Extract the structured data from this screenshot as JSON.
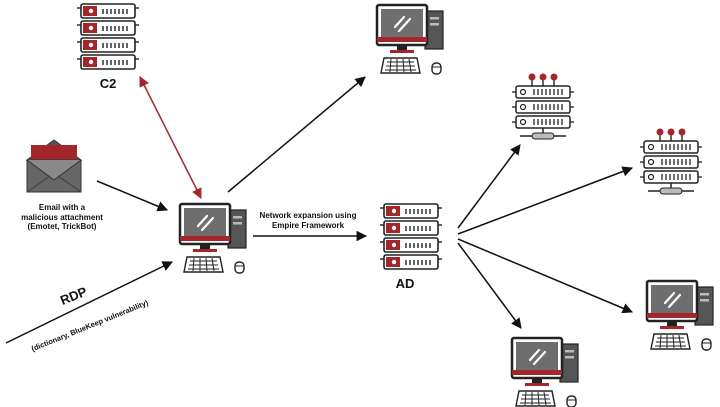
{
  "colors": {
    "accent_red": "#a3262b",
    "dark": "#222222",
    "screen_gray": "#777777",
    "light_gray": "#d9d9d9"
  },
  "nodes": {
    "c2": {
      "label": "C2",
      "icon": "server-stack-icon"
    },
    "email": {
      "icon": "envelope-icon",
      "label_lines": [
        "Email with a",
        "malicious attachment",
        "(Emotet, TrickBot)"
      ]
    },
    "rdp": {
      "title": "RDP",
      "subtitle": "(dictionary, BlueKeep vulnerability)"
    },
    "victim": {
      "icon": "desktop-computer-icon"
    },
    "ad": {
      "label": "AD",
      "icon": "server-stack-icon"
    },
    "network_edge": {
      "label_lines": [
        "Network expansion using",
        "Empire Framework"
      ]
    }
  }
}
